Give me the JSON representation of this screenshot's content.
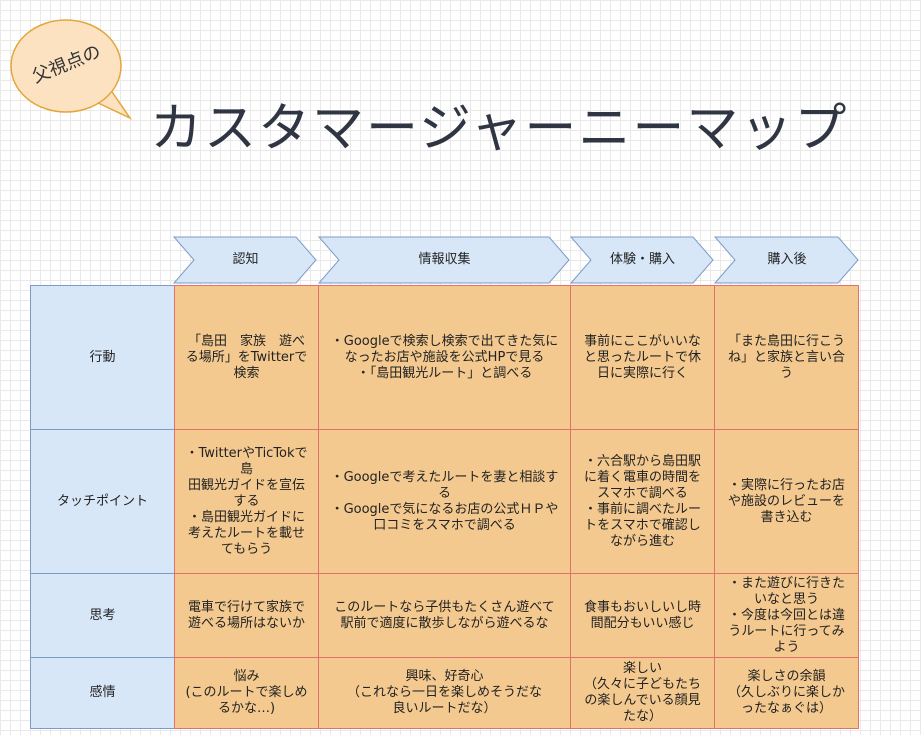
{
  "badge": {
    "text": "父視点の"
  },
  "title": "カスタマージャーニーマップ",
  "stages": [
    "認知",
    "情報収集",
    "体験・購入",
    "購入後"
  ],
  "rows": [
    {
      "label": "行動",
      "cells": [
        "「島田　家族　遊べ\nる場所」をTwitterで\n検索",
        "・Googleで検索し検索で出てきた気に\nなったお店や施設を公式HPで見る\n・「島田観光ルート」と調べる",
        "事前にここがいいな\nと思ったルートで休\n日に実際に行く",
        "「また島田に行こう\nね」と家族と言い合\nう"
      ]
    },
    {
      "label": "タッチポイント",
      "cells": [
        "・TwitterやTicTokで島\n田観光ガイドを宣伝\nする\n・島田観光ガイドに\n考えたルートを載せ\nてもらう",
        "・Googleで考えたルートを妻と相談す\nる\n・Googleで気になるお店の公式ＨＰや\n口コミをスマホで調べる",
        "・六合駅から島田駅\nに着く電車の時間を\nスマホで調べる\n・事前に調べたルー\nトをスマホで確認し\nながら進む",
        "・実際に行ったお店\nや施設のレビューを\n書き込む"
      ]
    },
    {
      "label": "思考",
      "cells": [
        "電車で行けて家族で\n遊べる場所はないか",
        "このルートなら子供もたくさん遊べて\n駅前で適度に散歩しながら遊べるな",
        "食事もおいしいし時\n間配分もいい感じ",
        "・また遊びに行きた\nいなと思う\n・今度は今回とは違\nうルートに行ってみ\nよう"
      ]
    },
    {
      "label": "感情",
      "cells": [
        "悩み\n(このルートで楽しめ\nるかな…)",
        "興味、好奇心\n（これなら一日を楽しめそうだな\n良いルートだな）",
        "楽しい\n（久々に子どもたち\nの楽しんでいる顔見\nたな）",
        "楽しさの余韻\n（久しぶりに楽しか\nったなぁぐは）"
      ]
    }
  ],
  "colors": {
    "header_fill": "#d8e7f8",
    "header_border": "#7d9bc6",
    "cell_fill": "#f3c98f",
    "cell_border": "#e0726a",
    "badge_fill": "#fde2c2",
    "badge_border": "#e2a63b",
    "title_color": "#2f3542"
  }
}
